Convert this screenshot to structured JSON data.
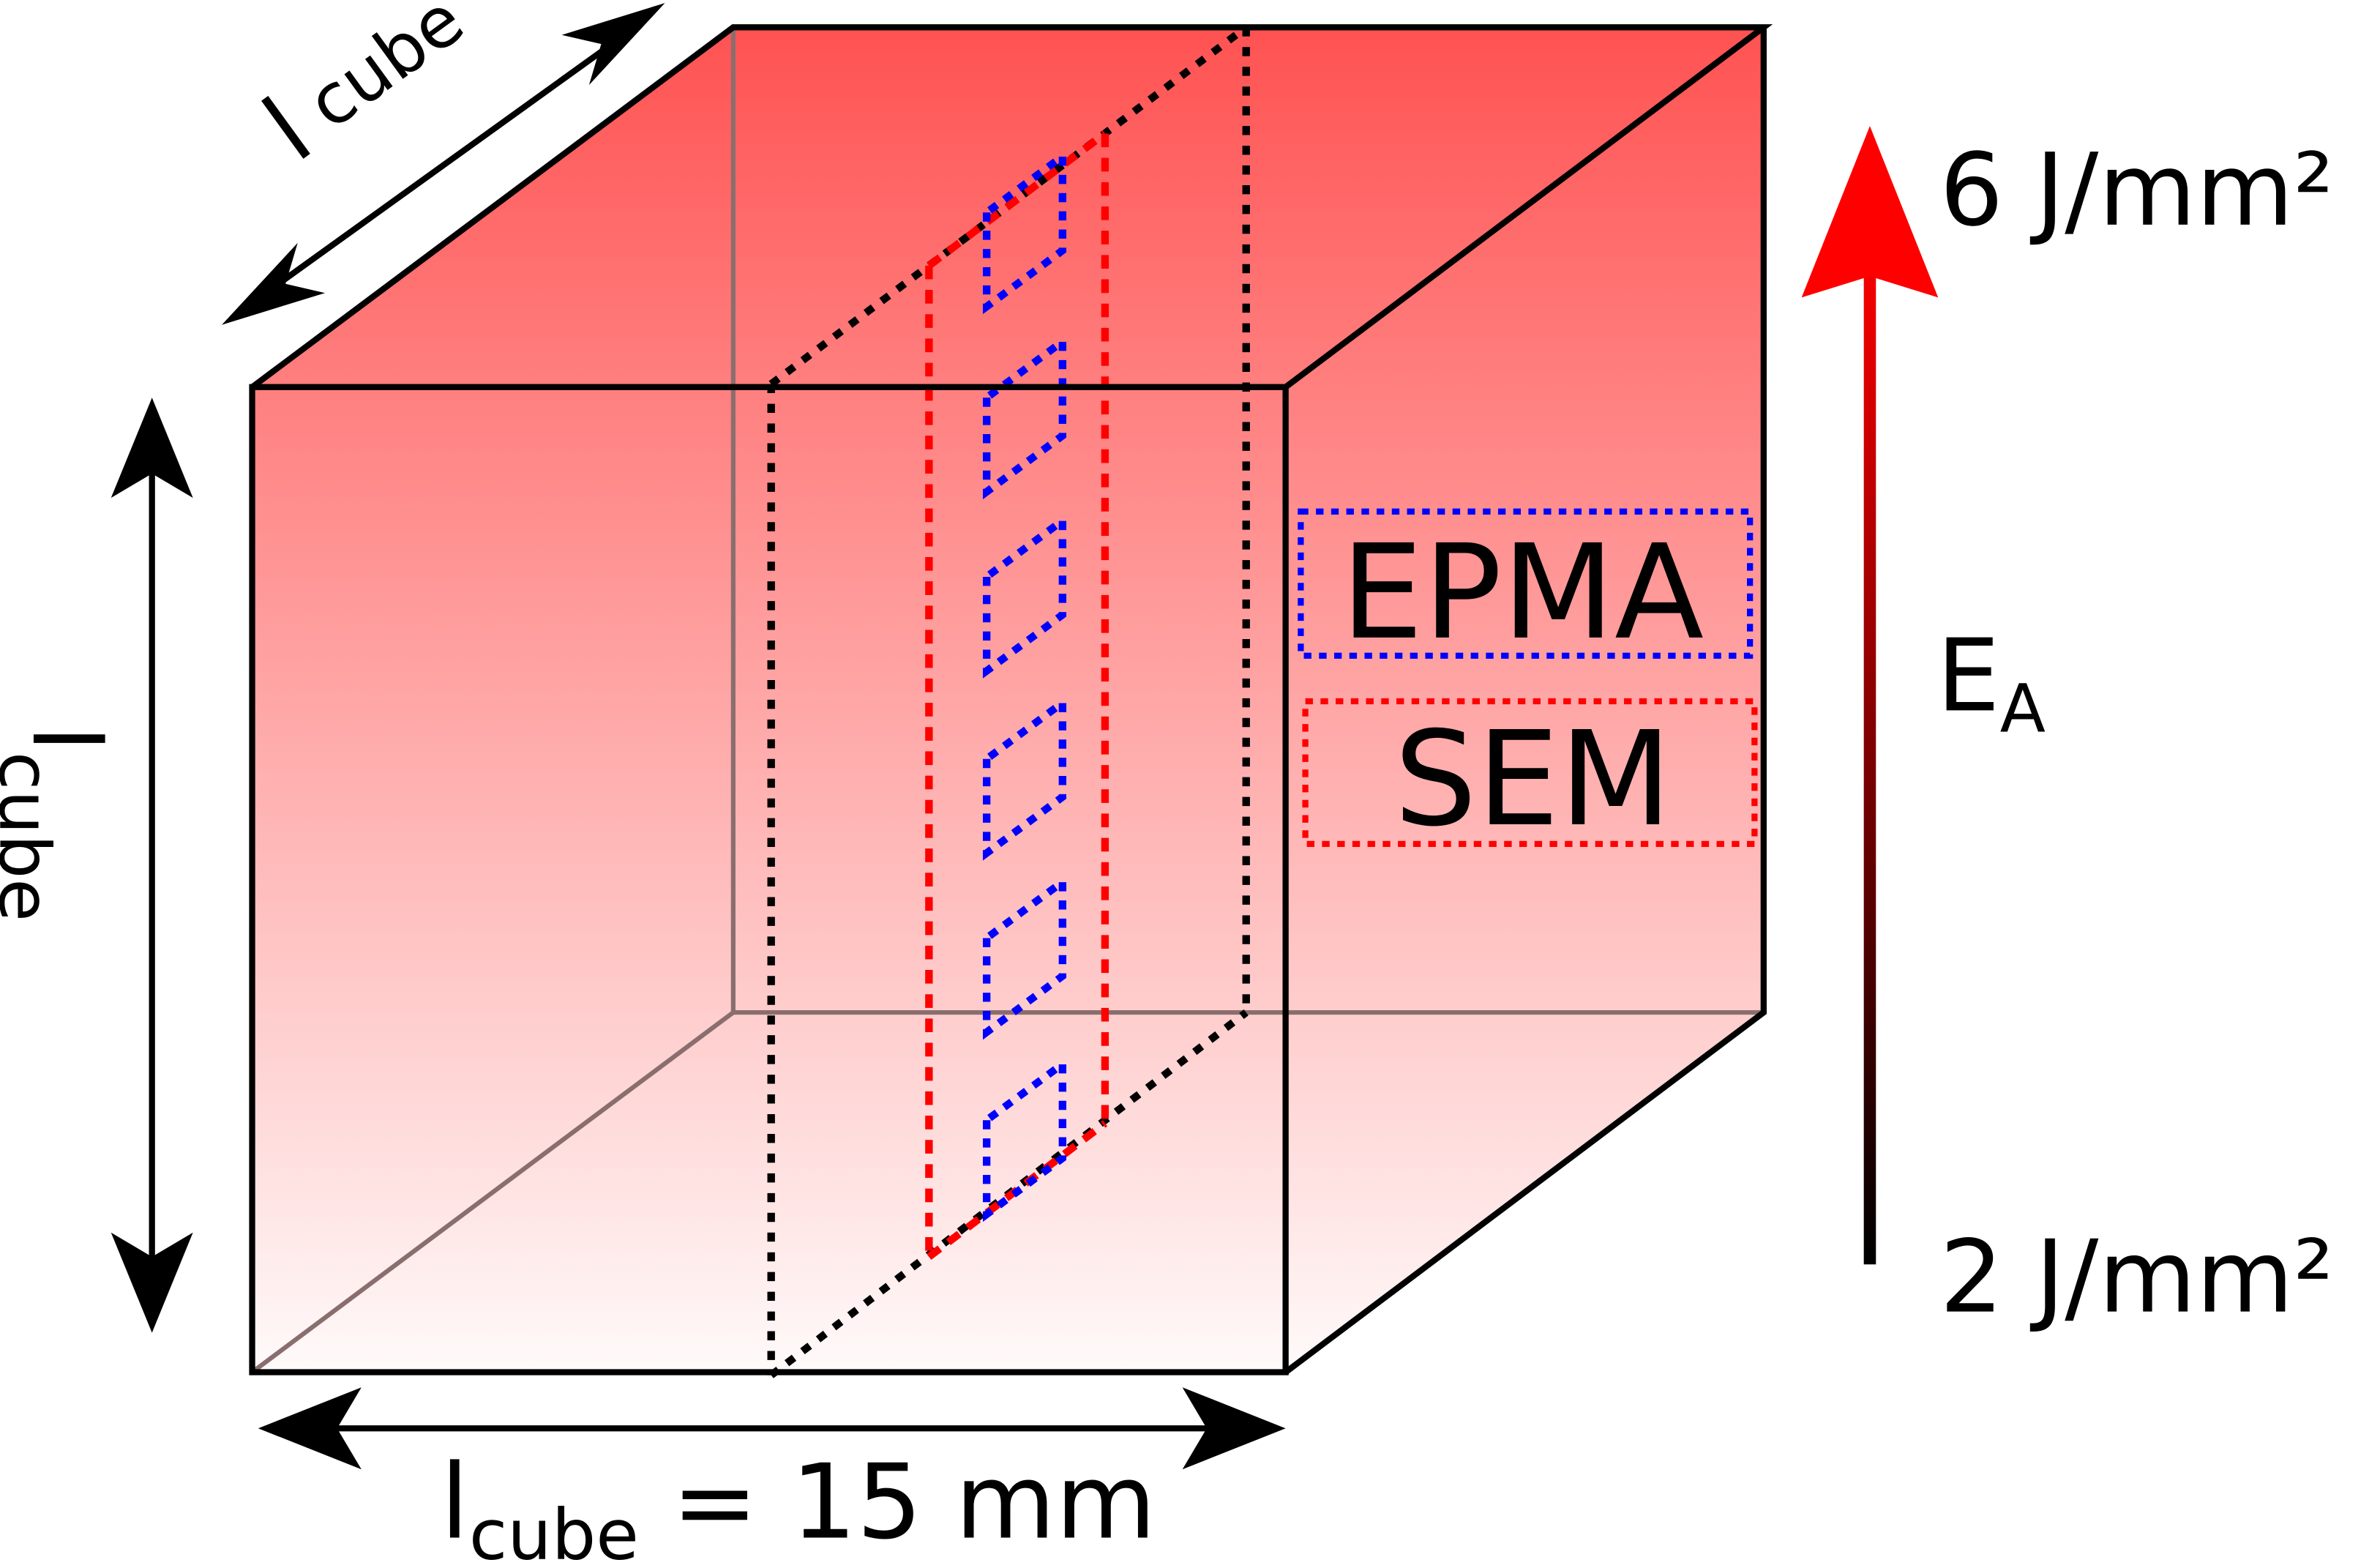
{
  "labels": {
    "depth_label_main": "l",
    "depth_label_sub": "cube",
    "height_label_main": "l",
    "height_label_sub": "cube",
    "width_label_main": "l",
    "width_label_sub": "cube",
    "width_label_value": " = 15 mm",
    "epma": "EPMA",
    "sem": "SEM",
    "energy_max": "6 J/mm²",
    "energy_min": "2 J/mm²",
    "energy_symbol_main": "E",
    "energy_symbol_sub": "A"
  },
  "colors": {
    "gradient_top": "#ff5252",
    "gradient_bottom": "#fffafa",
    "epma": "#0000ff",
    "sem": "#ff0000",
    "arrow_top": "#ff0000",
    "arrow_bottom": "#000000"
  }
}
